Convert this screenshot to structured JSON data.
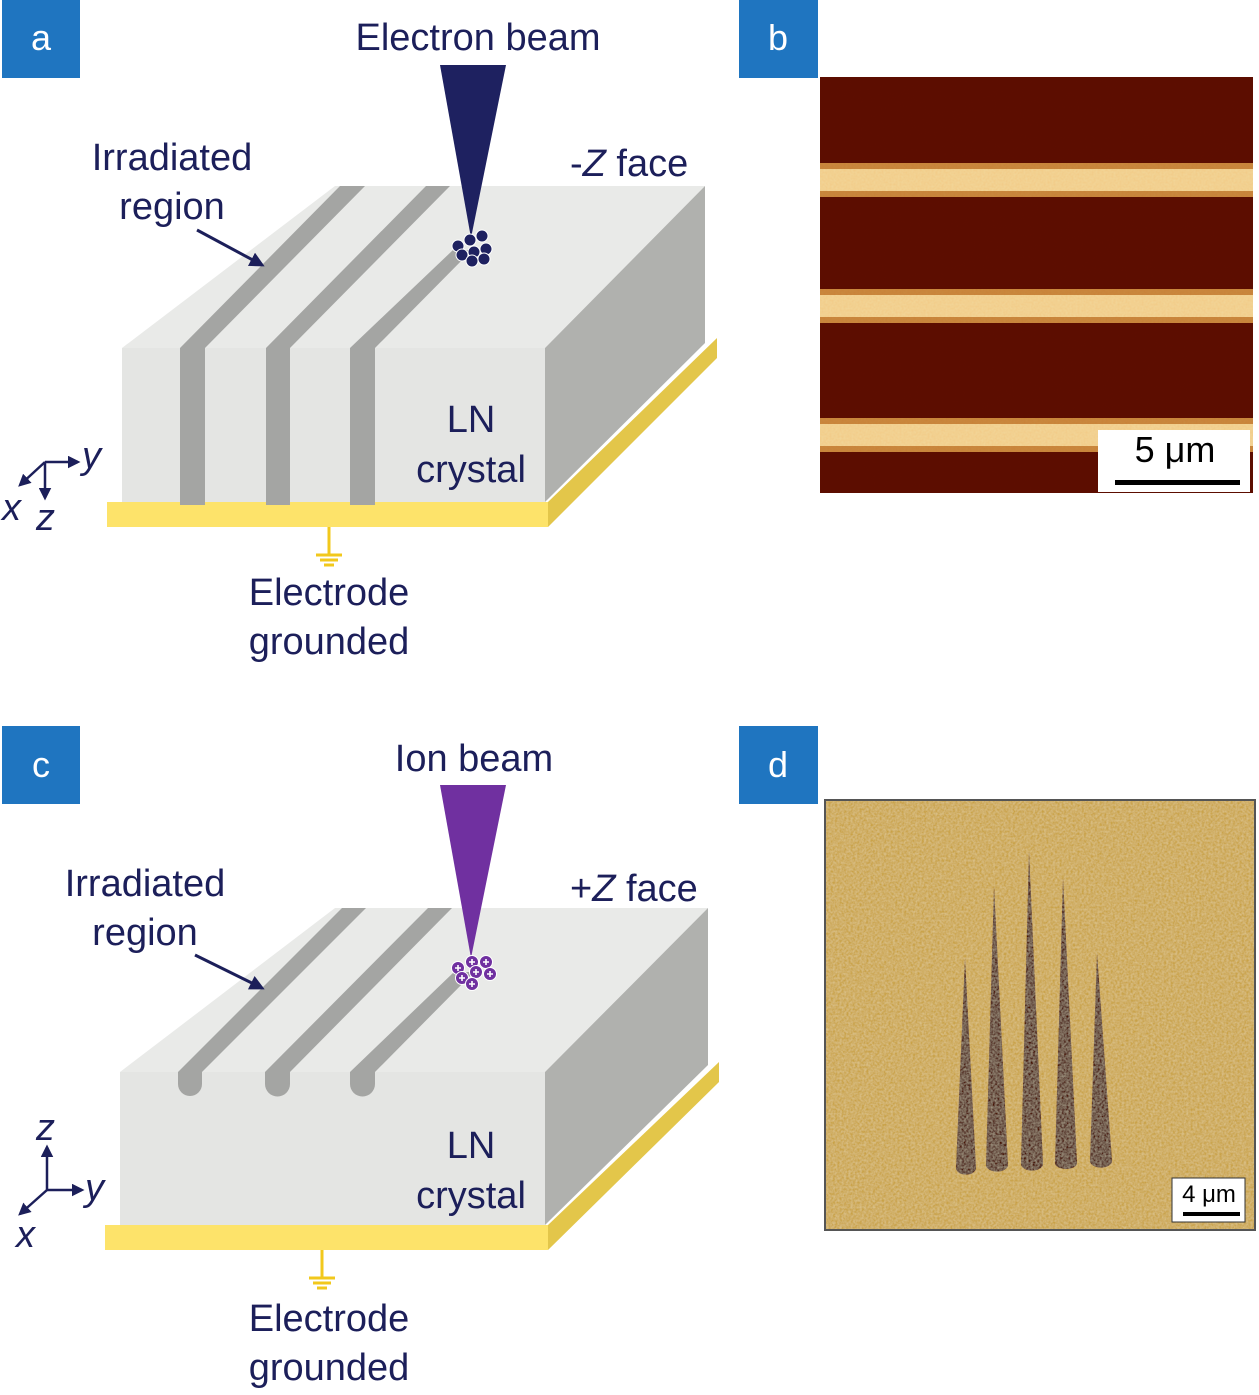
{
  "colors": {
    "label_box": "#1f75c0",
    "text": "#1c1f5a",
    "electron_beam": "#1e2160",
    "ion_beam": "#7030a0",
    "crystal_front": "#e4e5e3",
    "crystal_top": "#e9eae8",
    "crystal_side": "#b0b1ae",
    "stripe": "#a4a5a3",
    "electrode": "#fde36a",
    "afm_b_dark": "#5c0c02",
    "afm_b_bright": "#f2d79a",
    "afm_d_bg": "#c9a246",
    "afm_d_spike": "#4a1606"
  },
  "panel_a": {
    "letter": "a",
    "beam_label": "Electron beam",
    "face_sign": "-",
    "face_axis": "Z",
    "face_word": " face",
    "irradiated_line1": "Irradiated",
    "irradiated_line2": "region",
    "crystal_line1": "LN",
    "crystal_line2": "crystal",
    "electrode_line1": "Electrode",
    "electrode_line2": "grounded",
    "axes": {
      "x": "x",
      "y": "y",
      "z": "z"
    }
  },
  "panel_b": {
    "letter": "b",
    "scale_bar": "5 μm"
  },
  "panel_c": {
    "letter": "c",
    "beam_label": "Ion beam",
    "face_sign": "+",
    "face_axis": "Z",
    "face_word": " face",
    "irradiated_line1": "Irradiated",
    "irradiated_line2": "region",
    "crystal_line1": "LN",
    "crystal_line2": "crystal",
    "electrode_line1": "Electrode",
    "electrode_line2": "grounded",
    "axes": {
      "x": "x",
      "y": "y",
      "z": "z"
    }
  },
  "panel_d": {
    "letter": "d",
    "scale_bar": "4 μm"
  }
}
